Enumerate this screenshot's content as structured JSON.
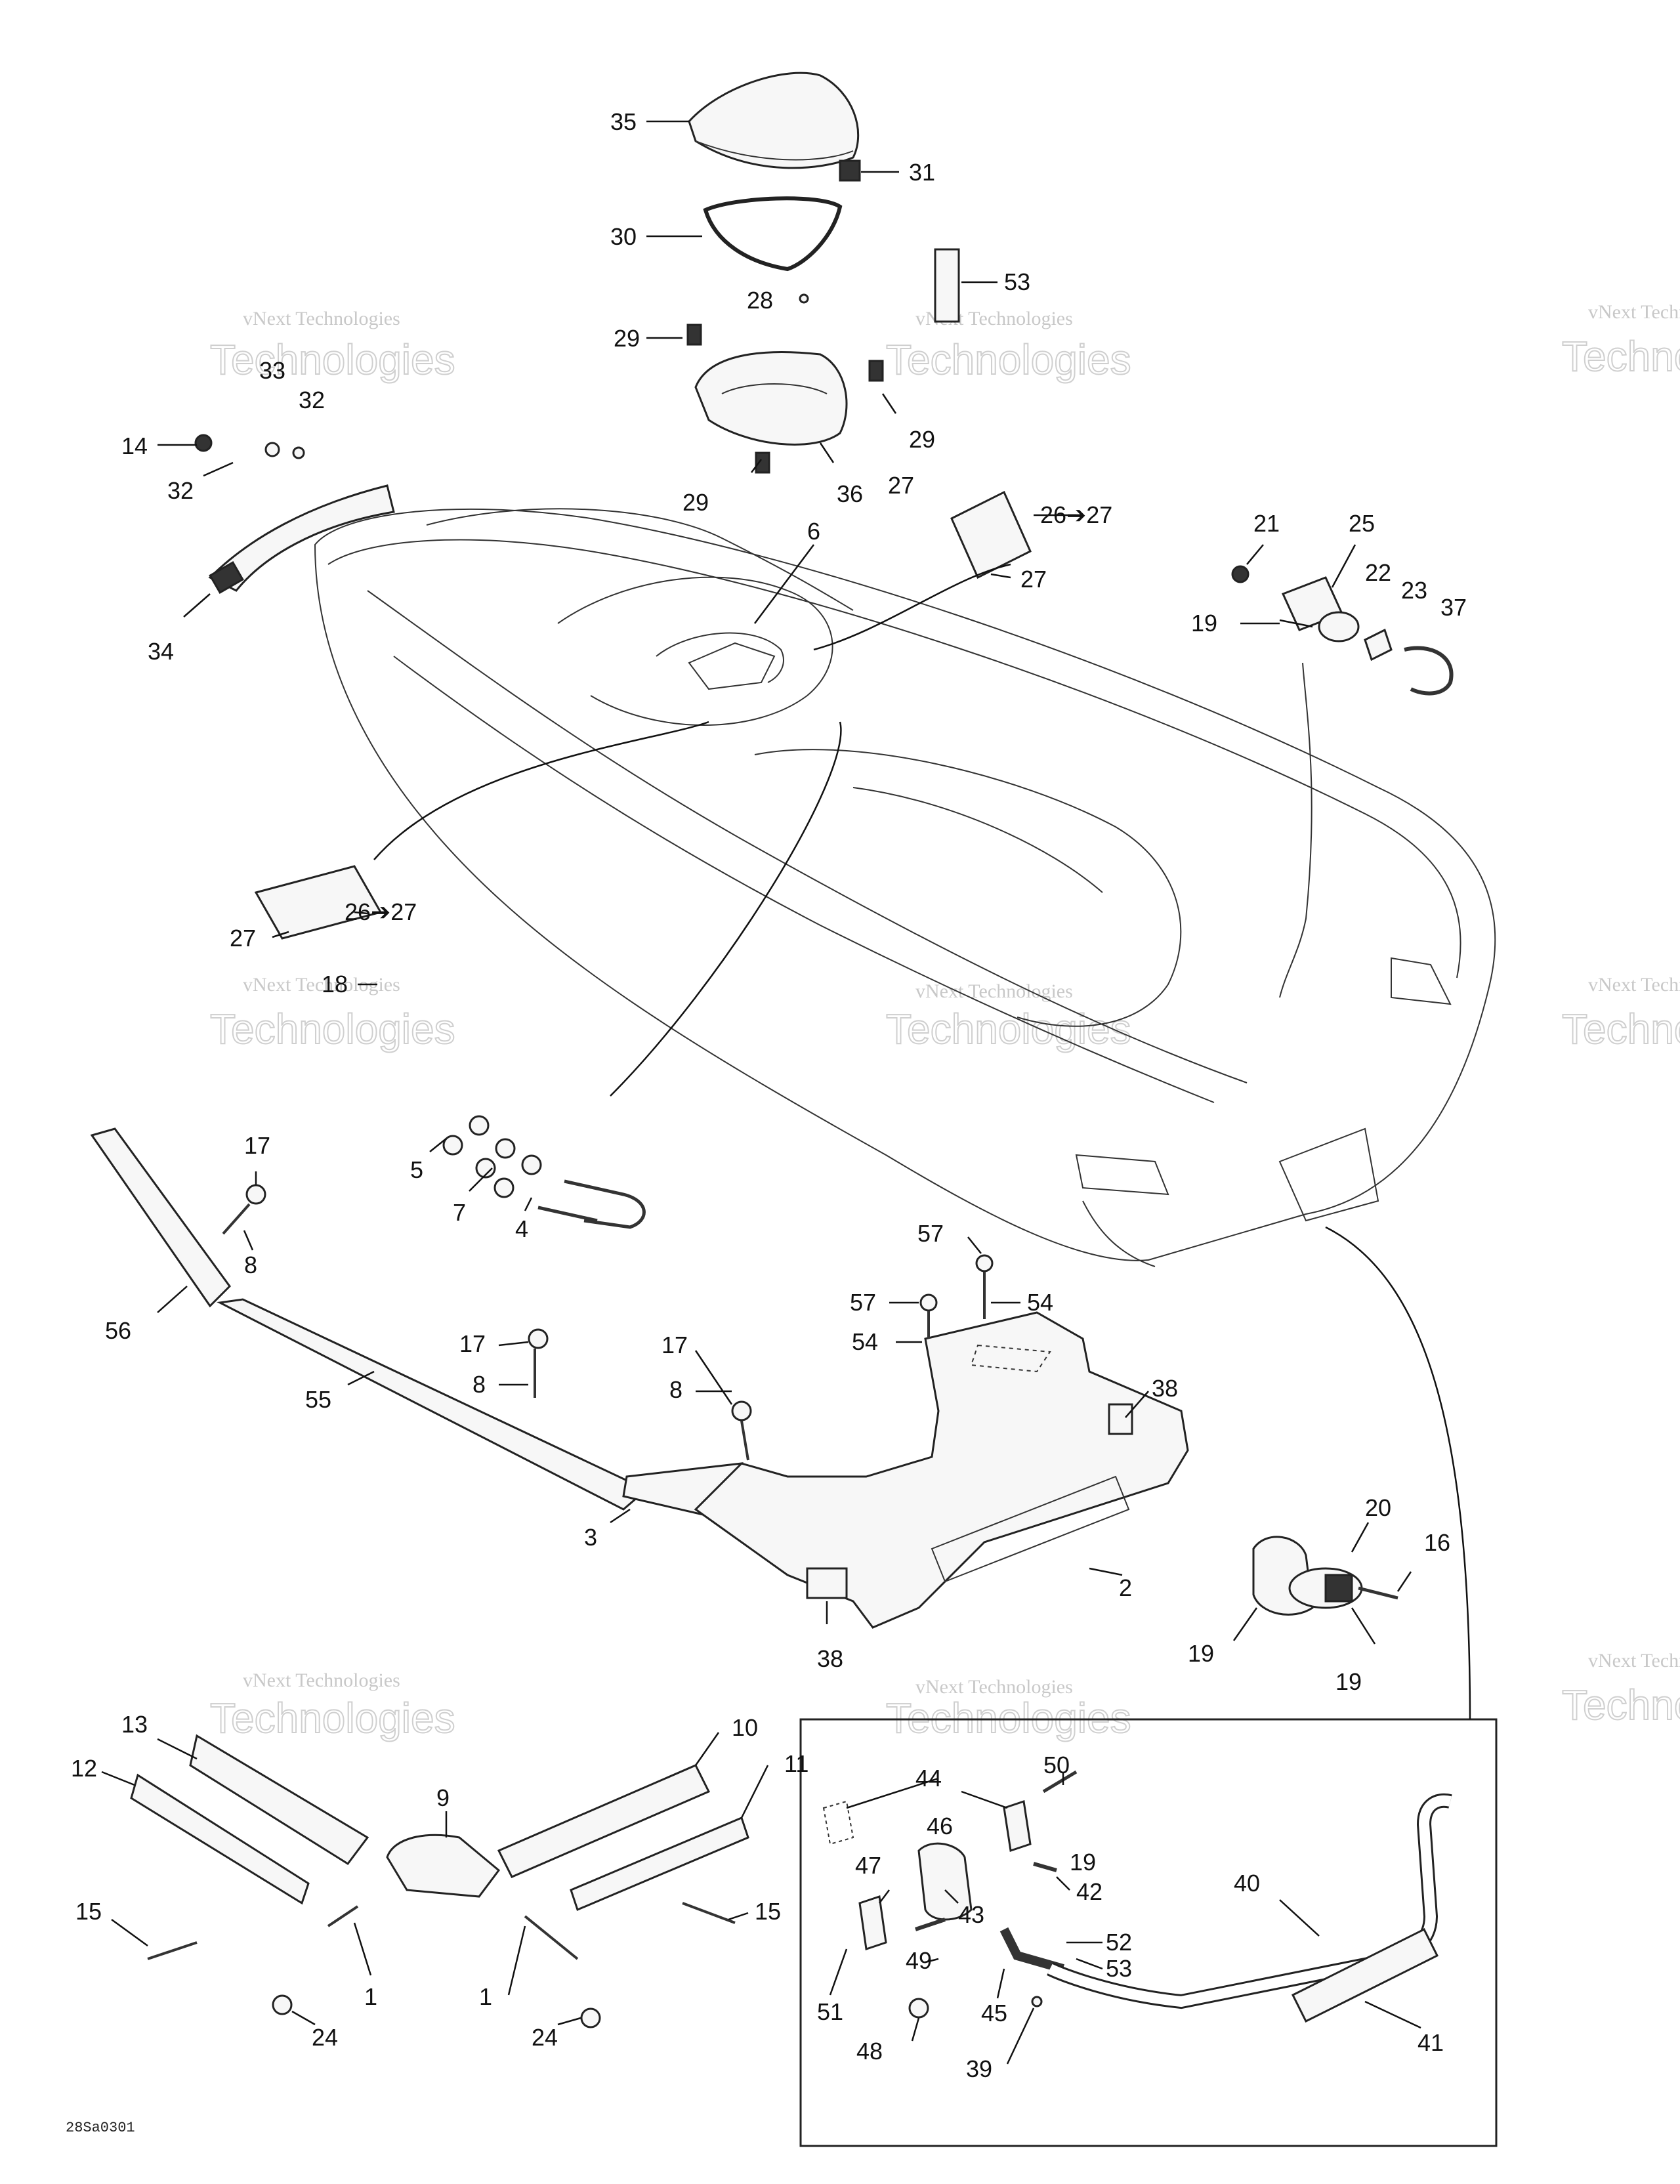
{
  "figure_code": "28Sa0301",
  "watermark": {
    "line1": "vNext Technologies",
    "big": "Technologies",
    "top": "vNext"
  },
  "callouts": [
    "35",
    "31",
    "30",
    "53",
    "28",
    "29",
    "29",
    "29",
    "36",
    "33",
    "32",
    "14",
    "32",
    "34",
    "6",
    "27",
    "26➔27",
    "27",
    "21",
    "25",
    "22",
    "23",
    "37",
    "19",
    "27",
    "26➔27",
    "18",
    "17",
    "8",
    "56",
    "5",
    "7",
    "4",
    "55",
    "17",
    "8",
    "17",
    "8",
    "3",
    "57",
    "57",
    "54",
    "54",
    "38",
    "2",
    "38",
    "20",
    "16",
    "19",
    "19",
    "13",
    "12",
    "10",
    "11",
    "9",
    "15",
    "15",
    "1",
    "1",
    "24",
    "24",
    "44",
    "46",
    "50",
    "19",
    "47",
    "43",
    "42",
    "40",
    "52",
    "53",
    "49",
    "45",
    "51",
    "41",
    "48",
    "39"
  ]
}
